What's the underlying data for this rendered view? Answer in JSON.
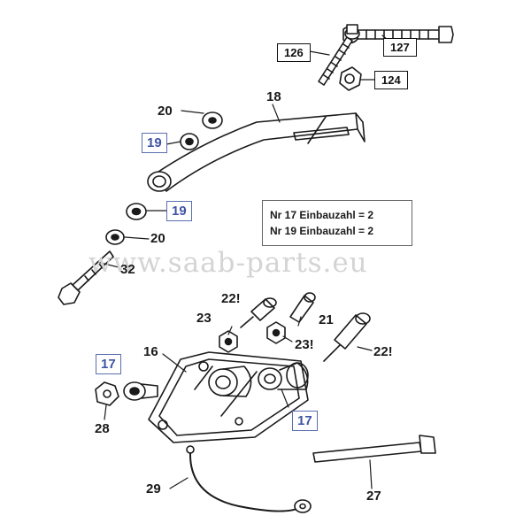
{
  "callouts": {
    "c126": "126",
    "c127": "127",
    "c124": "124",
    "c18": "18",
    "c20a": "20",
    "c19a": "19",
    "c19b": "19",
    "c20b": "20",
    "c32": "32",
    "c22a": "22!",
    "c23a": "23",
    "c21": "21",
    "c23b": "23!",
    "c22b": "22!",
    "c16": "16",
    "c17a": "17",
    "c17b": "17",
    "c28": "28",
    "c29": "29",
    "c27": "27"
  },
  "note": {
    "line1": "Nr 17 Einbauzahl = 2",
    "line2": "Nr 19 Einbauzahl = 2"
  },
  "watermark": "www.saab-parts.eu",
  "colors": {
    "ink": "#1a1a1a",
    "callout_blue": "#3f53a6",
    "watermark": "#d4d4d4"
  }
}
